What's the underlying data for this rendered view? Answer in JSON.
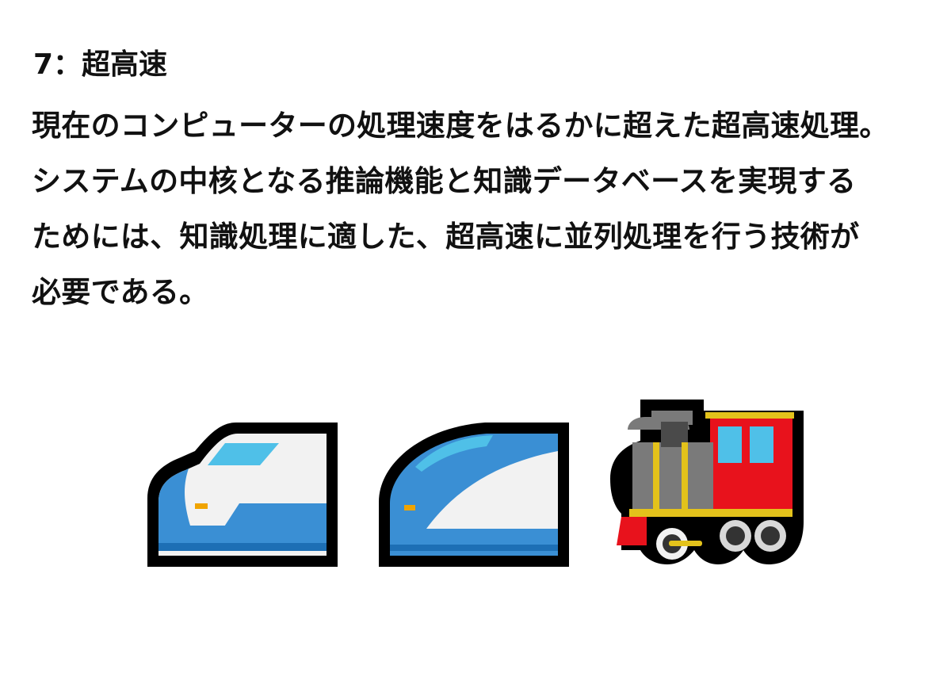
{
  "document": {
    "heading": "7：超高速",
    "body_lines": [
      "現在のコンピューターの処理速度をはるかに超えた超高速処理。",
      "システムの中核となる推論機能と知識データベースを実現する",
      "ためには、知識処理に適した、超高速に並列処理を行う技術が",
      "必要である。"
    ]
  },
  "illustrations": {
    "icons": [
      "bullet-train-front-icon",
      "high-speed-train-icon",
      "steam-locomotive-icon"
    ],
    "colors": {
      "outline": "#000000",
      "train_body": "#f2f2f2",
      "train_blue": "#3a8fd4",
      "train_light_blue": "#4fc0e8",
      "train_dark_stripe": "#333333",
      "locomotive_red": "#e8121c",
      "locomotive_gray": "#7a7a7a",
      "locomotive_yellow": "#e3c21b",
      "headlight_orange": "#f0a400"
    }
  }
}
